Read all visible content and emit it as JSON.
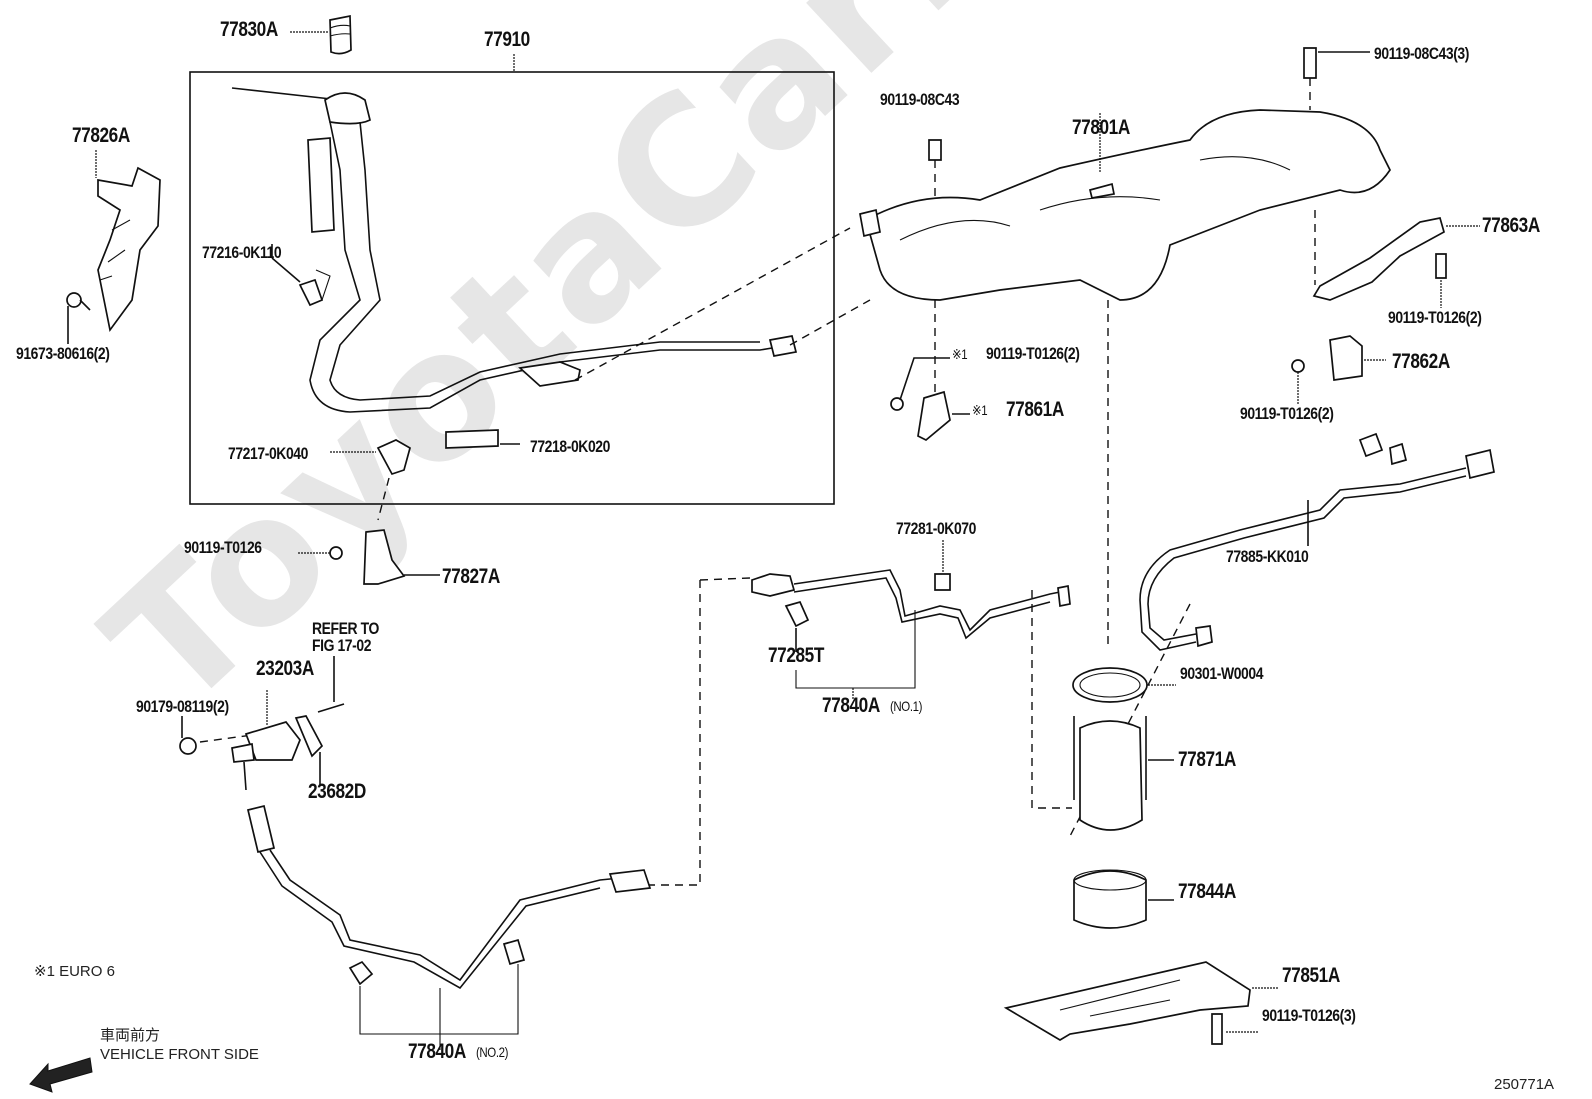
{
  "diagram": {
    "figure_id": "250771A",
    "watermark": "ToyotaCarMirror.ru",
    "labels": {
      "p77830A": "77830A",
      "p77910": "77910",
      "p77826A": "77826A",
      "p91673": "91673-80616(2)",
      "p77216": "77216-0K110",
      "p77217": "77217-0K040",
      "p77218": "77218-0K020",
      "p90119_T0126_a": "90119-T0126",
      "p77827A": "77827A",
      "refer_line1": "REFER TO",
      "refer_line2": "FIG 17-02",
      "p23203A": "23203A",
      "p90179": "90179-08119(2)",
      "p23682D": "23682D",
      "p77281": "77281-0K070",
      "p77285T": "77285T",
      "p77840A_1": "77840A",
      "p77840A_1_note": "(NO.1)",
      "p77840A_2": "77840A",
      "p77840A_2_note": "(NO.2)",
      "p90119_08C43": "90119-08C43",
      "p90119_08C43_3": "90119-08C43(3)",
      "p77801A": "77801A",
      "p77863A": "77863A",
      "p90119_T0126_2a": "90119-T0126(2)",
      "p77862A": "77862A",
      "p90119_T0126_2b": "90119-T0126(2)",
      "p90119_T0126_2c_mark": "※1",
      "p90119_T0126_2c": "90119-T0126(2)",
      "p77861A_mark": "※1",
      "p77861A": "77861A",
      "p77885": "77885-KK010",
      "p90301": "90301-W0004",
      "p77871A": "77871A",
      "p77844A": "77844A",
      "p77851A": "77851A",
      "p90119_T0126_3": "90119-T0126(3)"
    },
    "footnote": "※1 EURO 6",
    "direction": {
      "japanese": "車両前方",
      "english": "VEHICLE FRONT SIDE",
      "icon": "arrow-left-icon"
    }
  }
}
